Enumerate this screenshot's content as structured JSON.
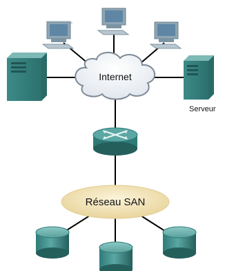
{
  "nodes": {
    "internet_label": "Internet",
    "san_label": "Réseau SAN",
    "server_caption": "Serveur"
  },
  "colors": {
    "link": "#000000",
    "cloud_fill": "#f4f7fb",
    "cloud_stroke": "#7d8a96",
    "san_fill": "#f1e3b9",
    "device_teal": "#3f8f8c",
    "device_dark": "#256663",
    "monitor_frame": "#8fa5b3",
    "monitor_screen": "#5f86a4"
  },
  "icons": [
    "computer-icon",
    "server-icon",
    "cloud-icon",
    "router-icon",
    "storage-disk-icon"
  ]
}
